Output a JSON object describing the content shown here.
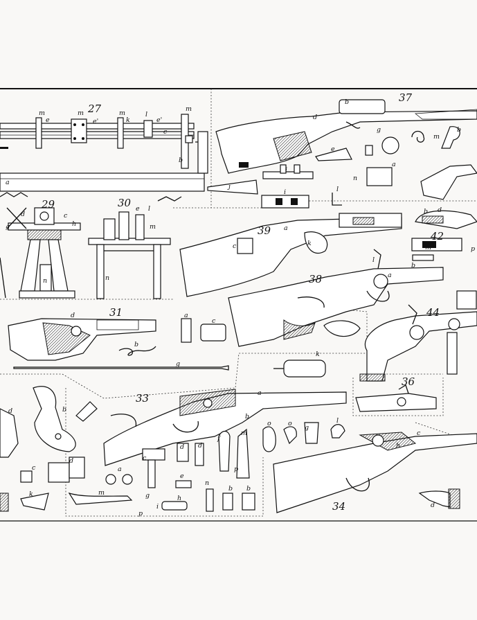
{
  "plate": {
    "figures": [
      {
        "id": "27",
        "label": "27"
      },
      {
        "id": "29",
        "label": "29"
      },
      {
        "id": "30",
        "label": "30"
      },
      {
        "id": "31",
        "label": "31"
      },
      {
        "id": "33",
        "label": "33"
      },
      {
        "id": "34",
        "label": "34"
      },
      {
        "id": "36",
        "label": "36"
      },
      {
        "id": "37",
        "label": "37"
      },
      {
        "id": "38",
        "label": "38"
      },
      {
        "id": "39",
        "label": "39"
      },
      {
        "id": "42",
        "label": "42"
      },
      {
        "id": "44",
        "label": "44"
      }
    ],
    "part_letters": {
      "a": "a",
      "b": "b",
      "c": "c",
      "d": "d",
      "e": "e",
      "e_prime": "e'",
      "f": "f",
      "g": "g",
      "h": "h",
      "i": "i",
      "j": "j",
      "k": "k",
      "l": "l",
      "m": "m",
      "n": "n",
      "o": "o",
      "p": "p"
    }
  }
}
